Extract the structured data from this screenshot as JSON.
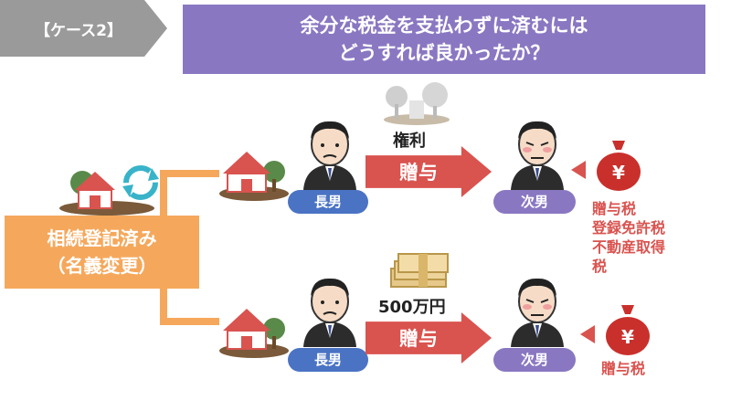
{
  "case_label": "【ケース2】",
  "title": {
    "line1": "余分な税金を支払わずに済むには",
    "line2": "どうすれば良かったか？"
  },
  "status": {
    "line1": "相続登記済み",
    "line2": "（名義変更）"
  },
  "top": {
    "item_label": "権利",
    "arrow_label": "贈与",
    "giver": "長男",
    "receiver": "次男",
    "taxes": [
      "贈与税",
      "登録免許税",
      "不動産取得",
      "税"
    ],
    "money_symbol": "¥"
  },
  "bottom": {
    "item_label": "500万円",
    "arrow_label": "贈与",
    "giver": "長男",
    "receiver": "次男",
    "taxes": [
      "贈与税"
    ],
    "money_symbol": "¥"
  },
  "colors": {
    "title_bg": "#8a77c2",
    "status_bg": "#f5a85c",
    "arrow": "#d9534f",
    "giver_pill": "#4a73c4",
    "receiver_pill": "#8a77c2"
  }
}
